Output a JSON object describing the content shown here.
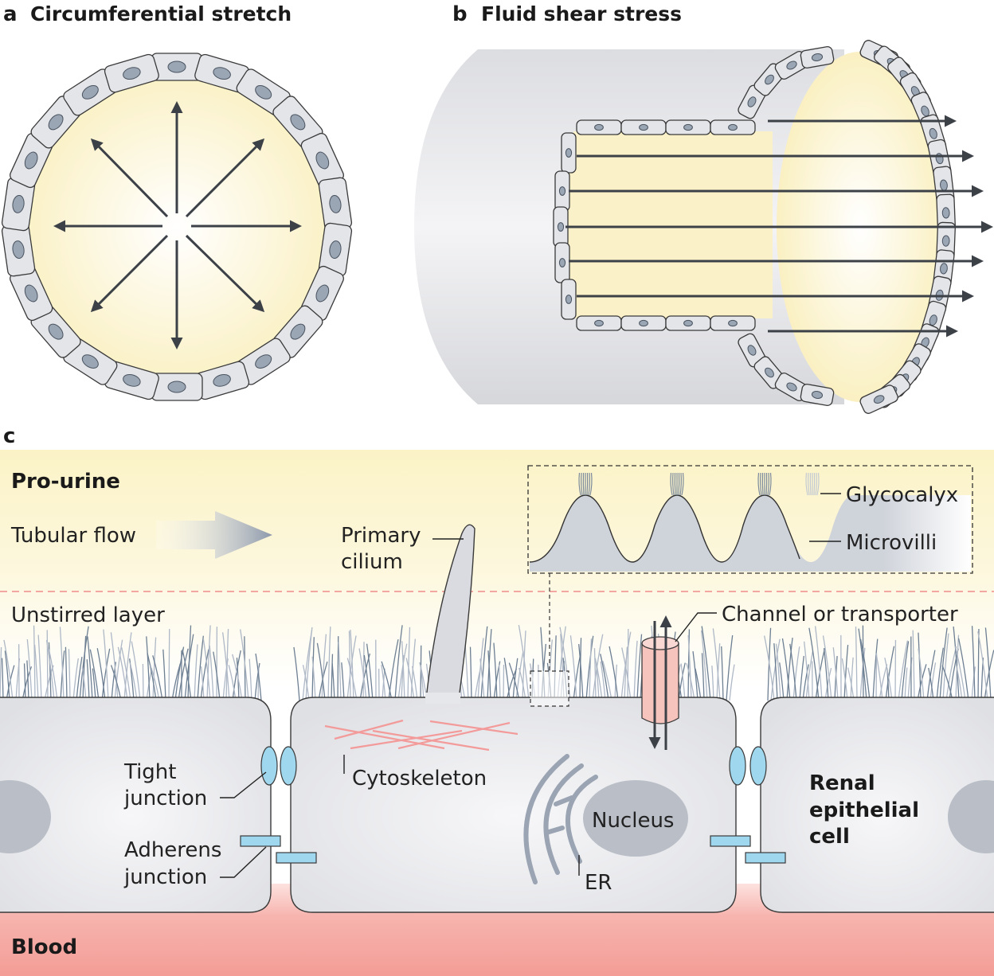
{
  "panels": {
    "a": {
      "letter": "a",
      "title": "Circumferential stretch"
    },
    "b": {
      "letter": "b",
      "title": "Fluid shear stress"
    },
    "c": {
      "letter": "c"
    }
  },
  "labels": {
    "pro_urine": "Pro-urine",
    "tubular_flow": "Tubular flow",
    "primary_cilium_1": "Primary",
    "primary_cilium_2": "cilium",
    "glycocalyx": "Glycocalyx",
    "microvilli": "Microvilli",
    "unstirred_layer": "Unstirred layer",
    "channel": "Channel or transporter",
    "tight_junction_1": "Tight",
    "tight_junction_2": "junction",
    "cytoskeleton": "Cytoskeleton",
    "nucleus": "Nucleus",
    "adherens_1": "Adherens",
    "adherens_2": "junction",
    "er": "ER",
    "renal_1": "Renal",
    "renal_2": "epithelial",
    "renal_3": "cell",
    "blood": "Blood"
  },
  "colors": {
    "lumen": "#fbf3c9",
    "cell": "#e6e7ea",
    "nucleus_small": "#9aa6b4",
    "arrow": "#3c4148",
    "blood": "#f4a7a1",
    "junction": "#8ed0ea",
    "cytoskeleton": "#f39a9a",
    "channel": "#f6c3bd",
    "glycocalyx": "#6d7f93"
  }
}
